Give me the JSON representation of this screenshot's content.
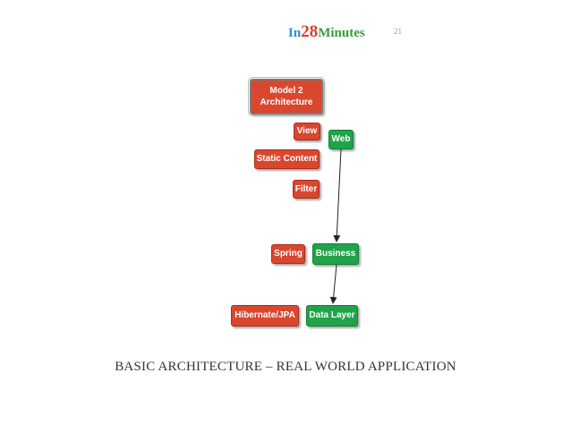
{
  "logo": {
    "part_in": "In",
    "part_num": "28",
    "part_min": "Minutes"
  },
  "page_number": "21",
  "diagram": {
    "title_box": {
      "line1": "Model 2",
      "line2": "Architecture"
    },
    "view": "View",
    "web": "Web",
    "static_content": "Static Content",
    "filter": "Filter",
    "spring": "Spring",
    "business": "Business",
    "hibernate": "Hibernate/JPA",
    "data_layer": "Data Layer"
  },
  "caption": "BASIC ARCHITECTURE – REAL WORLD APPLICATION",
  "colors": {
    "red_box": "#d9472f",
    "green_box": "#22a24a",
    "logo_in": "#2e8fc9",
    "logo_num": "#d7402b",
    "logo_min": "#3a9a40"
  }
}
